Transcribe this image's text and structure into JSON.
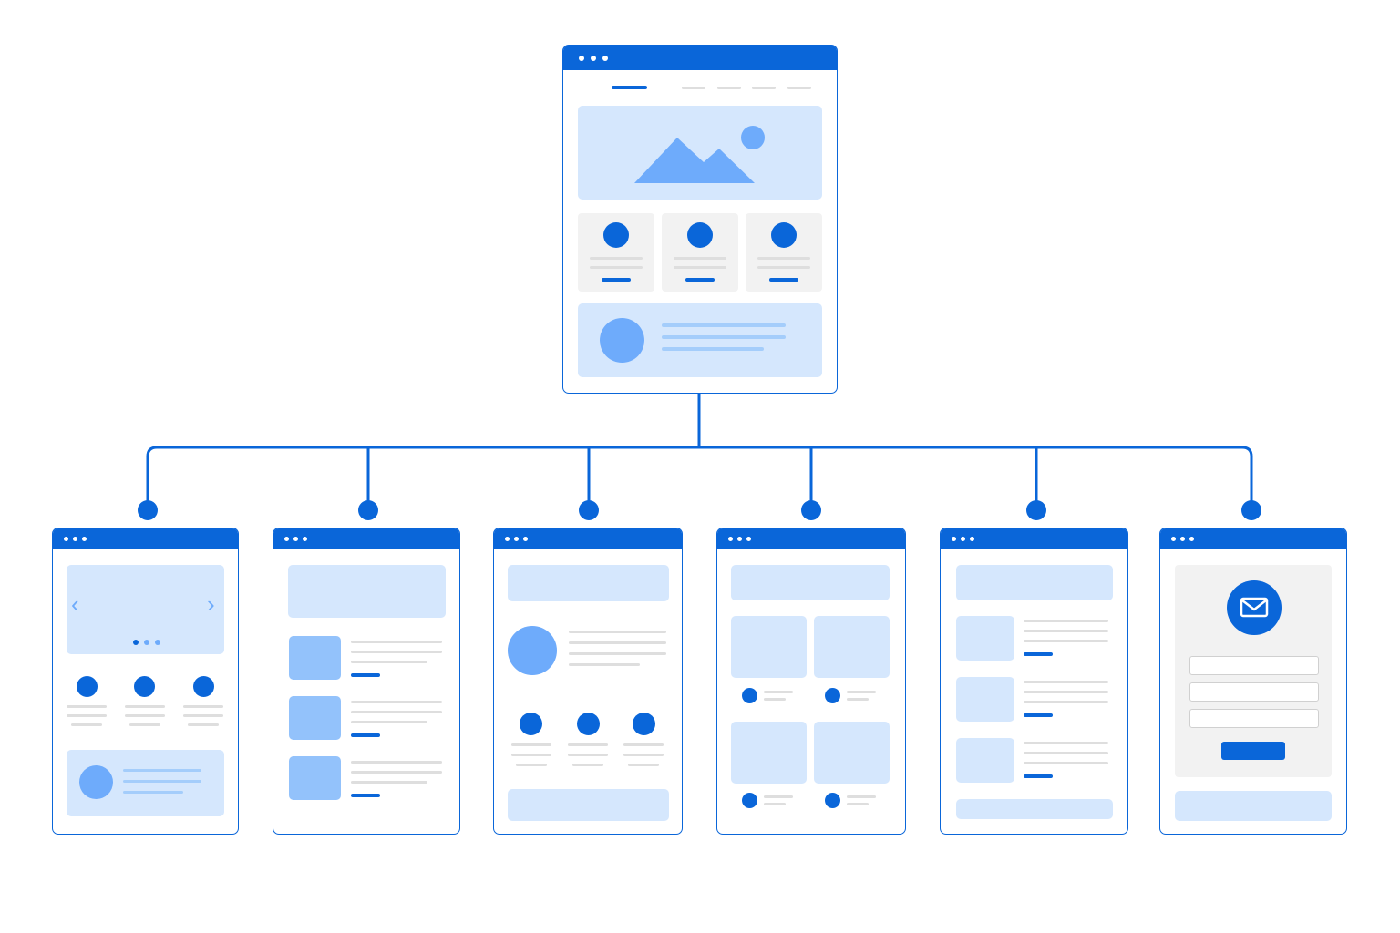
{
  "diagram": {
    "colors": {
      "accent": "#0a66d9",
      "light_fill": "#d5e7fd",
      "medium_fill": "#93c2fb",
      "soft_circle": "#6eabfb",
      "gray_panel": "#f2f2f2",
      "text_line": "#dedede"
    },
    "root": {
      "name": "home-page-wireframe"
    },
    "children": [
      {
        "name": "carousel-page-wireframe"
      },
      {
        "name": "list-page-wireframe"
      },
      {
        "name": "profile-page-wireframe"
      },
      {
        "name": "gallery-page-wireframe"
      },
      {
        "name": "article-list-page-wireframe"
      },
      {
        "name": "contact-page-wireframe"
      }
    ],
    "icons": {
      "hero": "mountain-image-icon",
      "contact": "envelope-icon",
      "carousel_prev": "chevron-left-icon",
      "carousel_next": "chevron-right-icon"
    },
    "glyphs": {
      "prev": "‹",
      "next": "›"
    }
  }
}
